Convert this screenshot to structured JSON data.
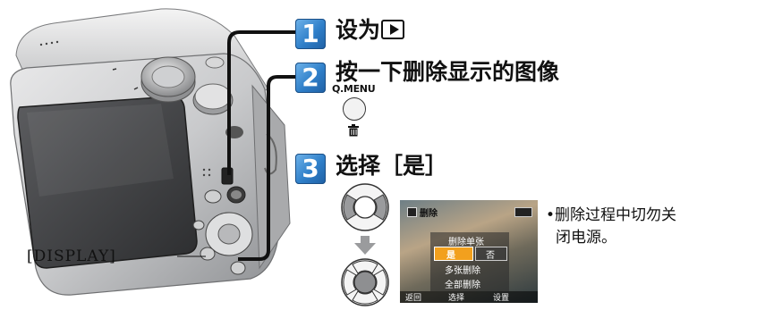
{
  "steps": [
    {
      "number": "1",
      "text": "设为"
    },
    {
      "number": "2",
      "text": "按一下删除显示的图像"
    },
    {
      "number": "3",
      "text": "选择［是］"
    }
  ],
  "qmenu_label": "Q.MENU",
  "trash_icon": "trash-icon",
  "play_icon": "play-icon",
  "display_label": "[DISPLAY]",
  "note_lines": [
    "•删除过程中切勿关",
    "闭电源。"
  ],
  "screen": {
    "header": "删除",
    "items": [
      "删除单张",
      "是",
      "否",
      "多张删除",
      "全部删除"
    ],
    "footer_left": "返回",
    "footer_mid": "选择",
    "footer_right": "设置"
  },
  "colors": {
    "badge": "#2f7fc9",
    "highlight": "#f2a01e"
  }
}
